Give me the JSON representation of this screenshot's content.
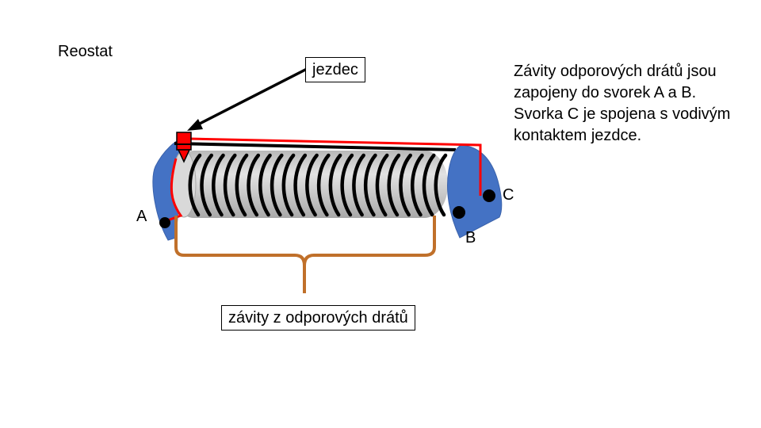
{
  "slide": {
    "title": "Reostat",
    "slider_label": "jezdec",
    "description": [
      "Závity odporových drátů jsou",
      "zapojeny do svorek A a B.",
      "Svorka C je spojena s vodivým",
      "kontaktem jezdce."
    ],
    "terminal_a": "A",
    "terminal_b": "B",
    "terminal_c": "C",
    "windings_label": "závity z odporových drátů"
  },
  "colors": {
    "end_plate": "#4472C4",
    "cylinder": "#C0C0C0",
    "winding": "#000000",
    "wire_red": "#FF0000",
    "brace": "#C0702A",
    "rail": "#000000"
  }
}
